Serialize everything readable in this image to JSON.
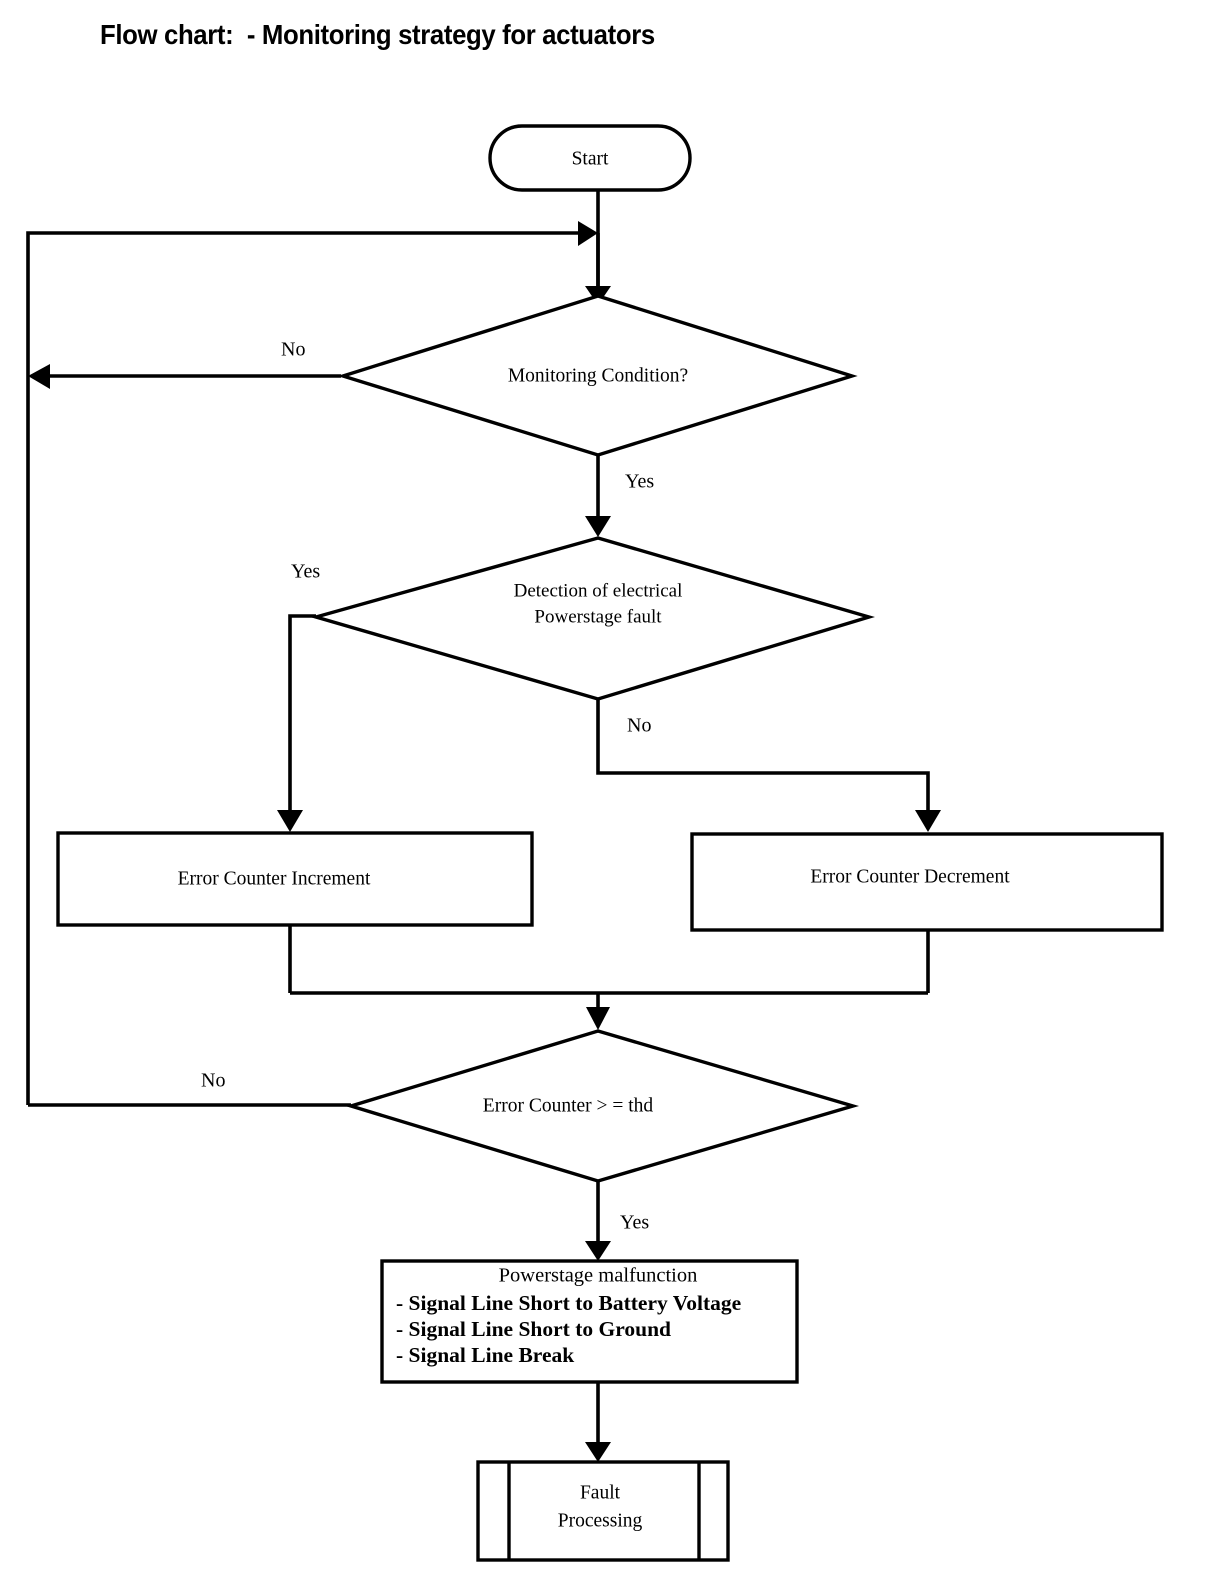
{
  "title": "Flow chart:  - Monitoring strategy for actuators",
  "diagram": {
    "type": "flowchart",
    "nodes": {
      "start": {
        "label": "Start",
        "shape": "terminator"
      },
      "monitoring_condition": {
        "label": "Monitoring Condition?",
        "shape": "decision"
      },
      "detection_fault": {
        "line1": "Detection of electrical",
        "line2": "Powerstage fault",
        "shape": "decision"
      },
      "error_counter_increment": {
        "label": "Error Counter Increment",
        "shape": "process"
      },
      "error_counter_decrement": {
        "label": "Error Counter Decrement",
        "shape": "process"
      },
      "error_counter_threshold": {
        "label": "Error Counter > = thd",
        "shape": "decision"
      },
      "powerstage_malfunction": {
        "title": "Powerstage malfunction",
        "items": [
          "- Signal Line Short to Battery Voltage",
          "- Signal Line Short to Ground",
          "- Signal Line Break"
        ],
        "shape": "process"
      },
      "fault_processing": {
        "line1": "Fault",
        "line2": "Processing",
        "shape": "predefined-process"
      }
    },
    "edge_labels": {
      "monitoring_no": "No",
      "monitoring_yes": "Yes",
      "detection_yes": "Yes",
      "detection_no": "No",
      "threshold_no": "No",
      "threshold_yes": "Yes"
    },
    "colors": {
      "stroke": "#000000",
      "fill": "#ffffff",
      "text": "#000000"
    }
  }
}
